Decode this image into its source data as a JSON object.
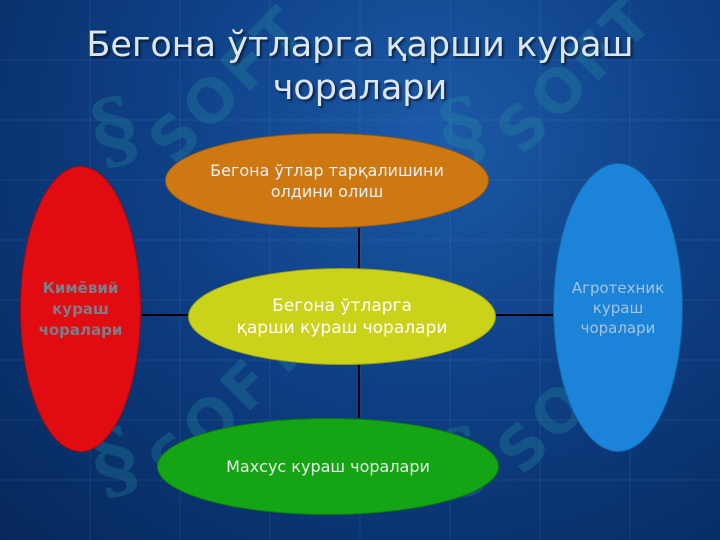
{
  "title": {
    "line1": "Бегона ўтларга қарши кураш",
    "line2": "чоралари"
  },
  "watermark": "SOFT",
  "nodes": {
    "top": {
      "lines": [
        "Бегона ўтлар тарқалишини",
        "олдини олиш"
      ]
    },
    "center": {
      "lines": [
        "Бегона ўтларга",
        "қарши кураш чоралари"
      ]
    },
    "bottom": {
      "lines": [
        "Махсус кураш чоралари"
      ]
    },
    "left": {
      "lines": [
        "Кимёвий",
        "кураш",
        "чоралари"
      ]
    },
    "right": {
      "lines": [
        "Агротехник",
        "кураш",
        "чоралари"
      ]
    }
  },
  "colors": {
    "background": "#0e3f85",
    "top": "#cd7811",
    "center": "#cbd21a",
    "bottom": "#15a414",
    "left": "#e10c12",
    "right": "#1b83d8",
    "connector": "#000000"
  }
}
